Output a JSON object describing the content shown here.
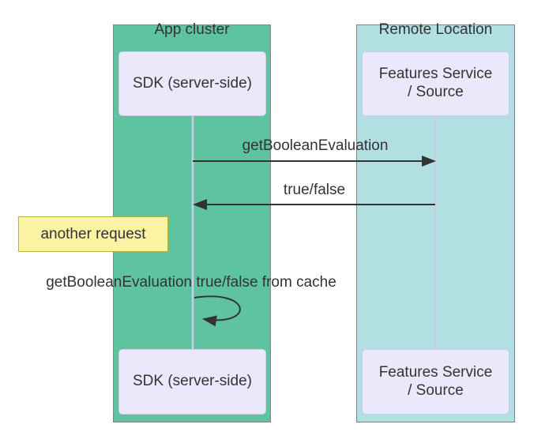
{
  "groups": [
    {
      "label": "App cluster",
      "color": "#5EC4A0"
    },
    {
      "label": "Remote Location",
      "color": "#B2DFE1"
    }
  ],
  "participants": [
    {
      "lines": [
        "SDK (server-side)"
      ]
    },
    {
      "lines": [
        "Features Service",
        "/ Source"
      ]
    }
  ],
  "messages": [
    {
      "label": "getBooleanEvaluation",
      "from": "SDK (server-side)",
      "to": "Features Service / Source",
      "direction": "right"
    },
    {
      "label": "true/false",
      "from": "Features Service / Source",
      "to": "SDK (server-side)",
      "direction": "left"
    },
    {
      "label": "getBooleanEvaluation true/false from cache",
      "from": "SDK (server-side)",
      "to": "SDK (server-side)",
      "direction": "self"
    }
  ],
  "note": {
    "label": "another request"
  },
  "colors": {
    "app_cluster_fill": "#5EC4A0",
    "remote_location_fill": "#B2DFE1",
    "actor_fill": "#E9E9FB",
    "actor_border": "#CCCCE8",
    "lifeline": "#CFCCE8",
    "arrow": "#333333",
    "note_fill": "#FBF3A4",
    "note_border": "#B8B23B",
    "group_border": "#828282"
  }
}
